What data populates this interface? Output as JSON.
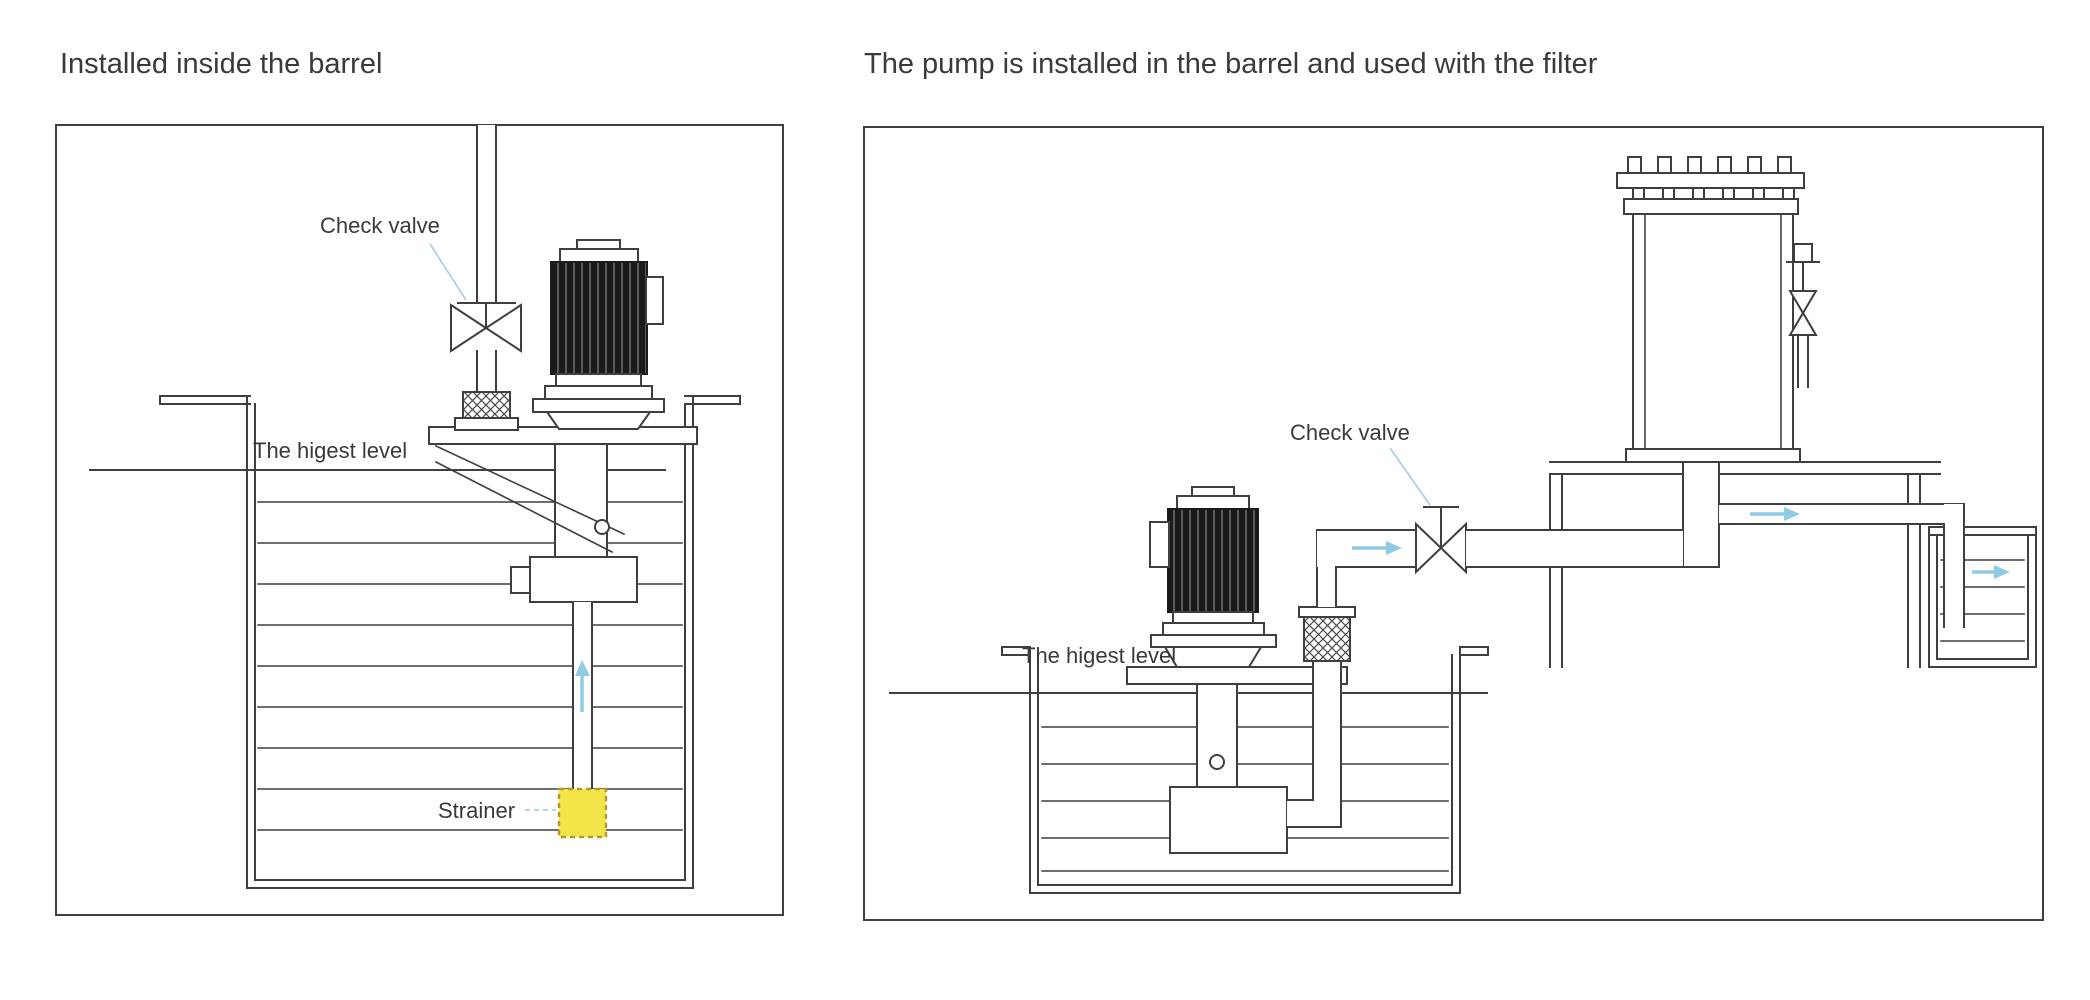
{
  "page": {
    "background": "#ffffff"
  },
  "colors": {
    "line": "#3f3f3f",
    "text": "#3a3a3a",
    "flow_arrow": "#90cbe4",
    "leader": "#a9cfe2",
    "strainer_fill": "#f4e44a",
    "strainer_border": "#b29b25",
    "motor_dark": "#1a1a1a",
    "motor_fin": "#5a5a5a"
  },
  "left_panel": {
    "title": "Installed inside the barrel",
    "labels": {
      "check_valve": "Check valve",
      "highest_level": "The higest level",
      "strainer": "Strainer"
    }
  },
  "right_panel": {
    "title": "The pump is installed in the barrel and used with the filter",
    "labels": {
      "check_valve": "Check valve",
      "highest_level": "The higest level"
    }
  }
}
